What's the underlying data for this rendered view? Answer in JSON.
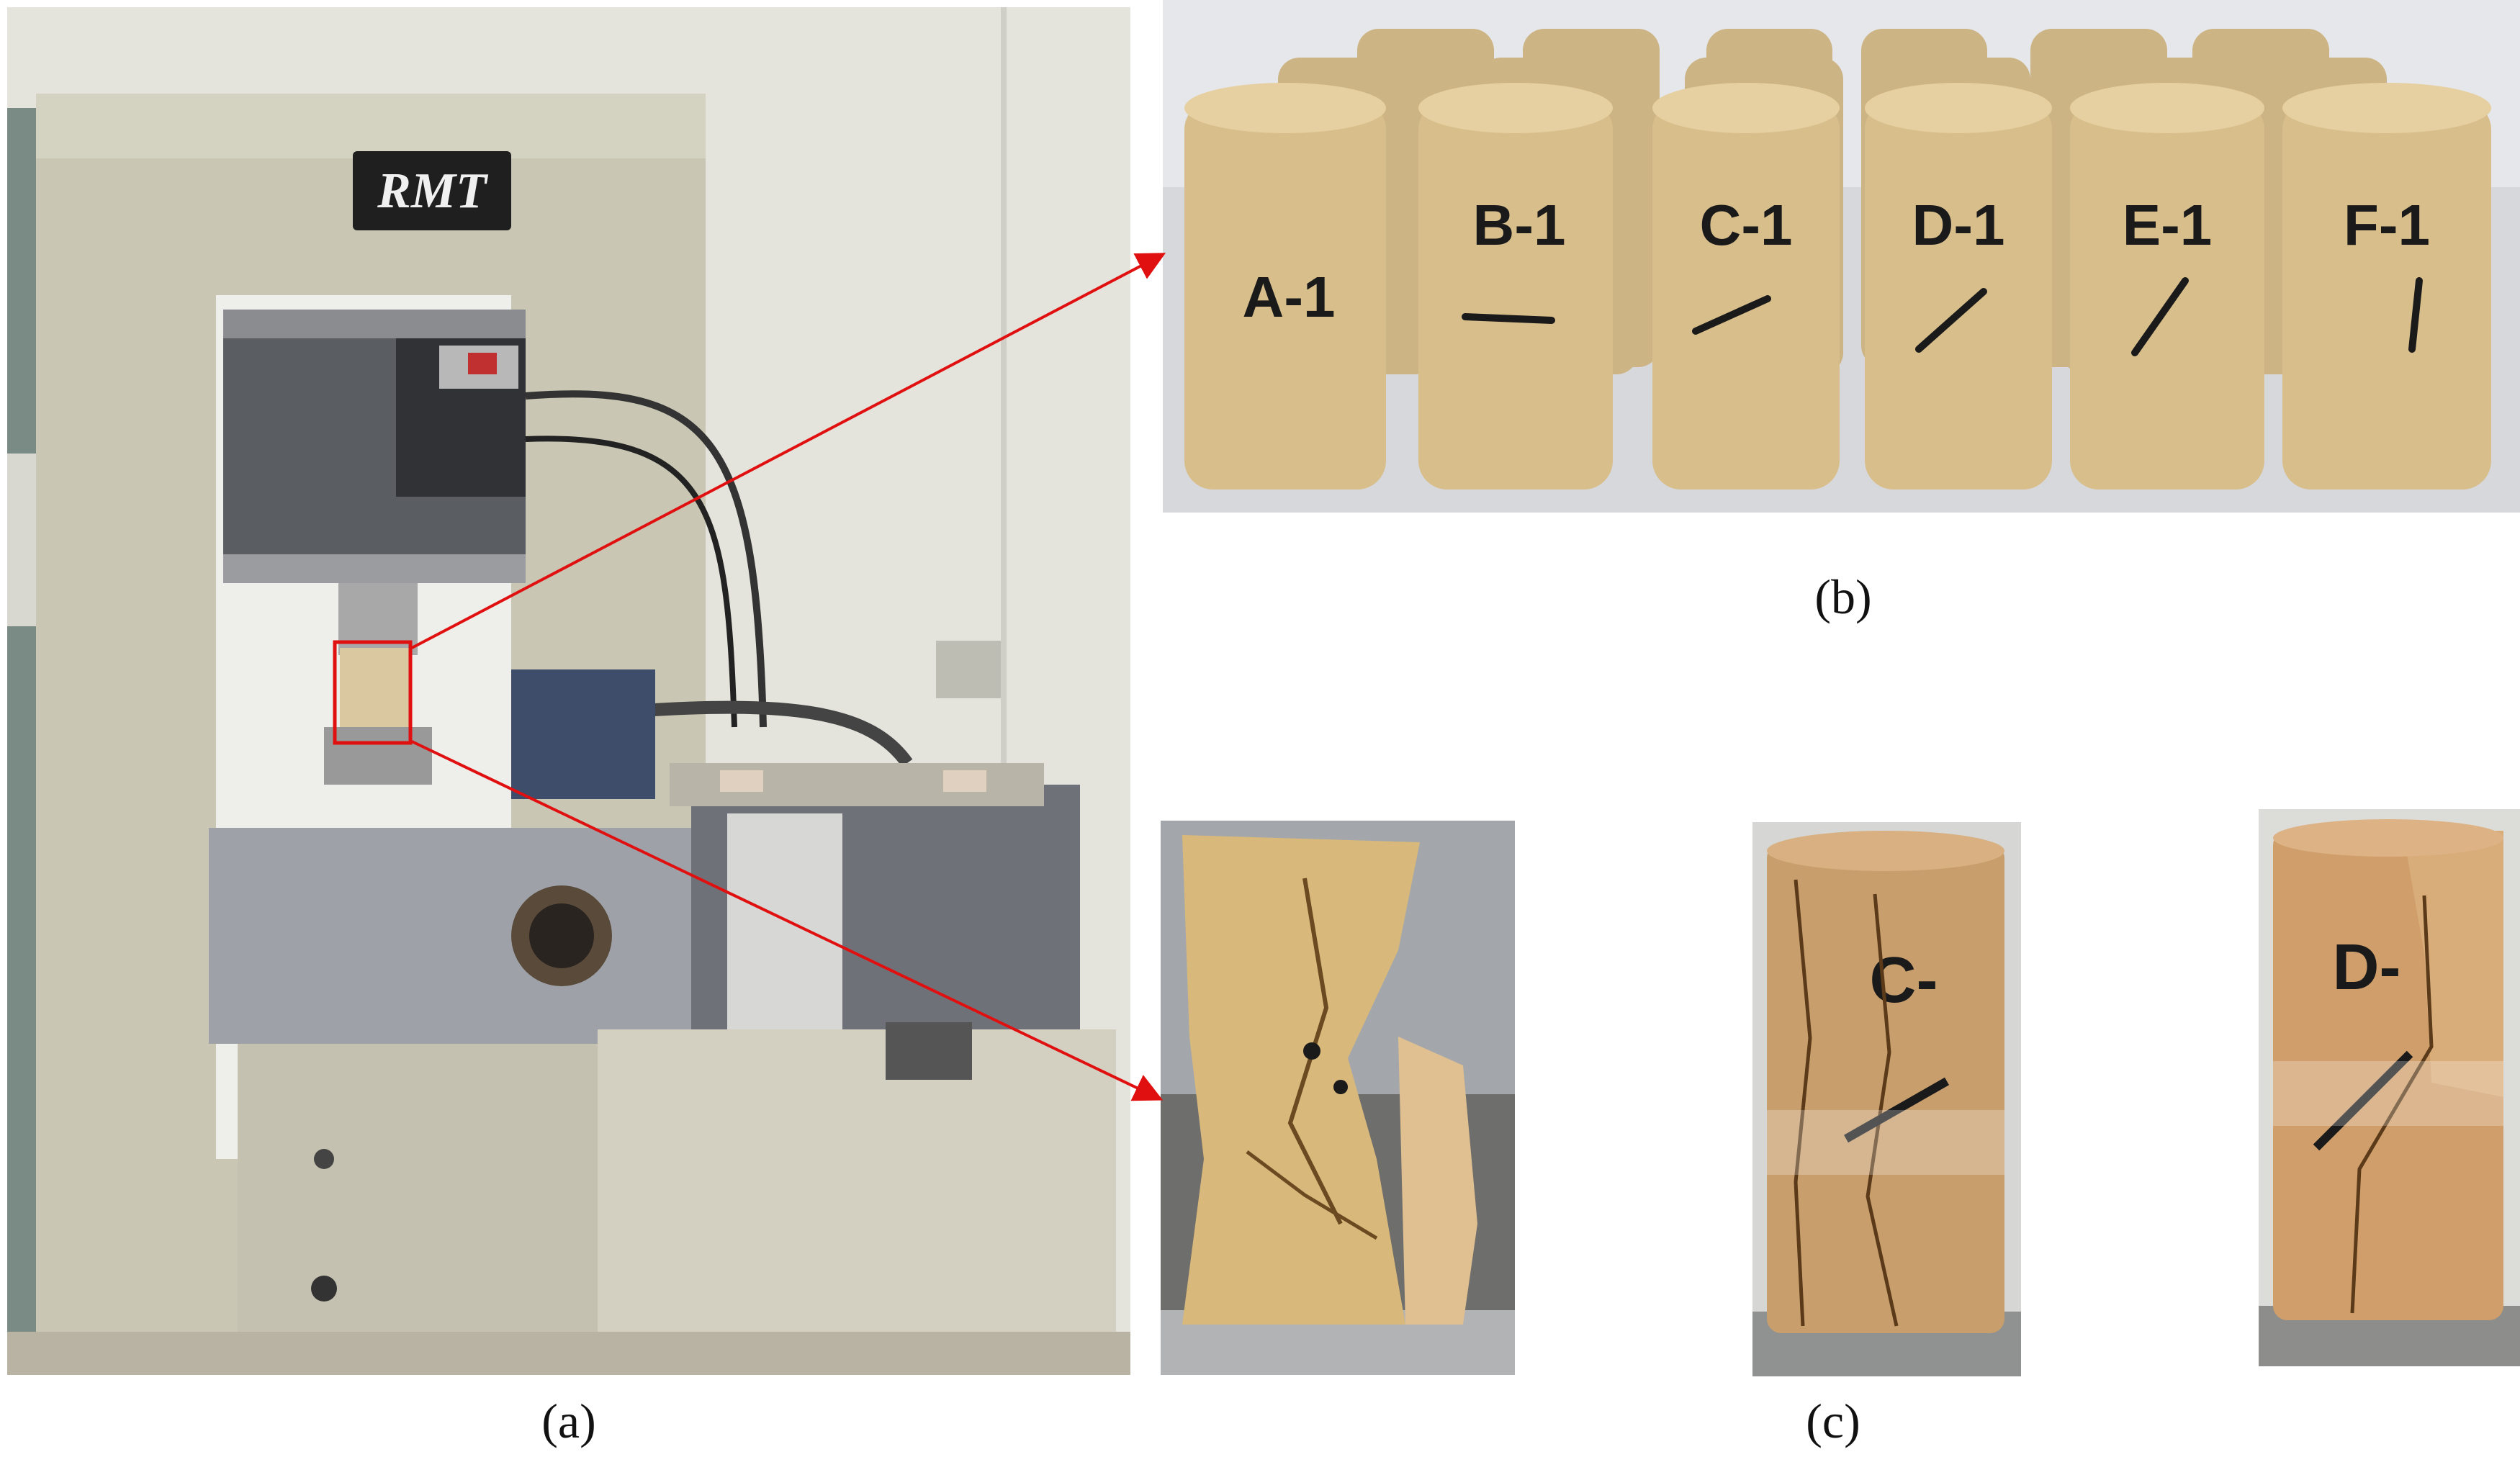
{
  "panels": {
    "a": {
      "caption": "(a)",
      "machine_logo": "RMT"
    },
    "b": {
      "caption": "(b)",
      "specimen_labels": [
        "A-1",
        "B-1",
        "C-1",
        "D-1",
        "E-1",
        "F-1"
      ]
    },
    "c": {
      "caption": "(c)",
      "specimen_labels": [
        "C-",
        "D-"
      ]
    }
  },
  "colors": {
    "callout": "#e01010",
    "sandstone": "#d9bf8a",
    "machine": "#c9c7b4"
  }
}
